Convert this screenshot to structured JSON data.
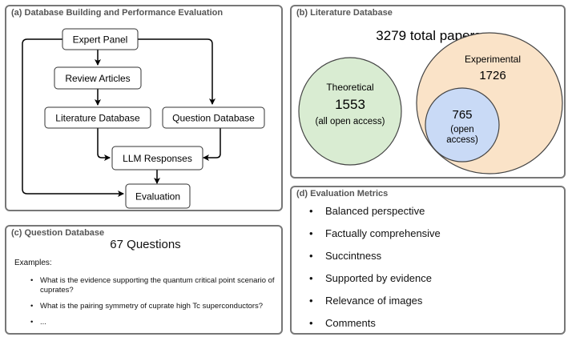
{
  "panel_a": {
    "title": "(a) Database Building and Performance Evaluation",
    "nodes": {
      "expert": "Expert Panel",
      "review": "Review Articles",
      "litdb": "Literature Database",
      "qdb": "Question Database",
      "llm": "LLM Responses",
      "eval": "Evaluation"
    }
  },
  "panel_b": {
    "title": "(b) Literature Database",
    "total": "3279 total papers",
    "theoretical": {
      "label": "Theoretical",
      "count": "1553",
      "note": "(all open access)"
    },
    "experimental": {
      "label": "Experimental",
      "count": "1726"
    },
    "open_access": {
      "count": "765",
      "note_line1": "(open",
      "note_line2": "access)"
    },
    "colors": {
      "theoretical": "#d9ecd2",
      "experimental": "#fae3c8",
      "open_access": "#c9daf6"
    }
  },
  "panel_c": {
    "title": "(c) Question Database",
    "count": "67 Questions",
    "examples_label": "Examples:",
    "examples": [
      "What is the evidence supporting the quantum critical point scenario of cuprates?",
      "What is the pairing symmetry of cuprate high Tc superconductors?",
      "..."
    ]
  },
  "panel_d": {
    "title": "(d) Evaluation Metrics",
    "metrics": [
      "Balanced perspective",
      "Factually comprehensive",
      "Succintness",
      "Supported by evidence",
      "Relevance of images",
      "Comments"
    ]
  }
}
